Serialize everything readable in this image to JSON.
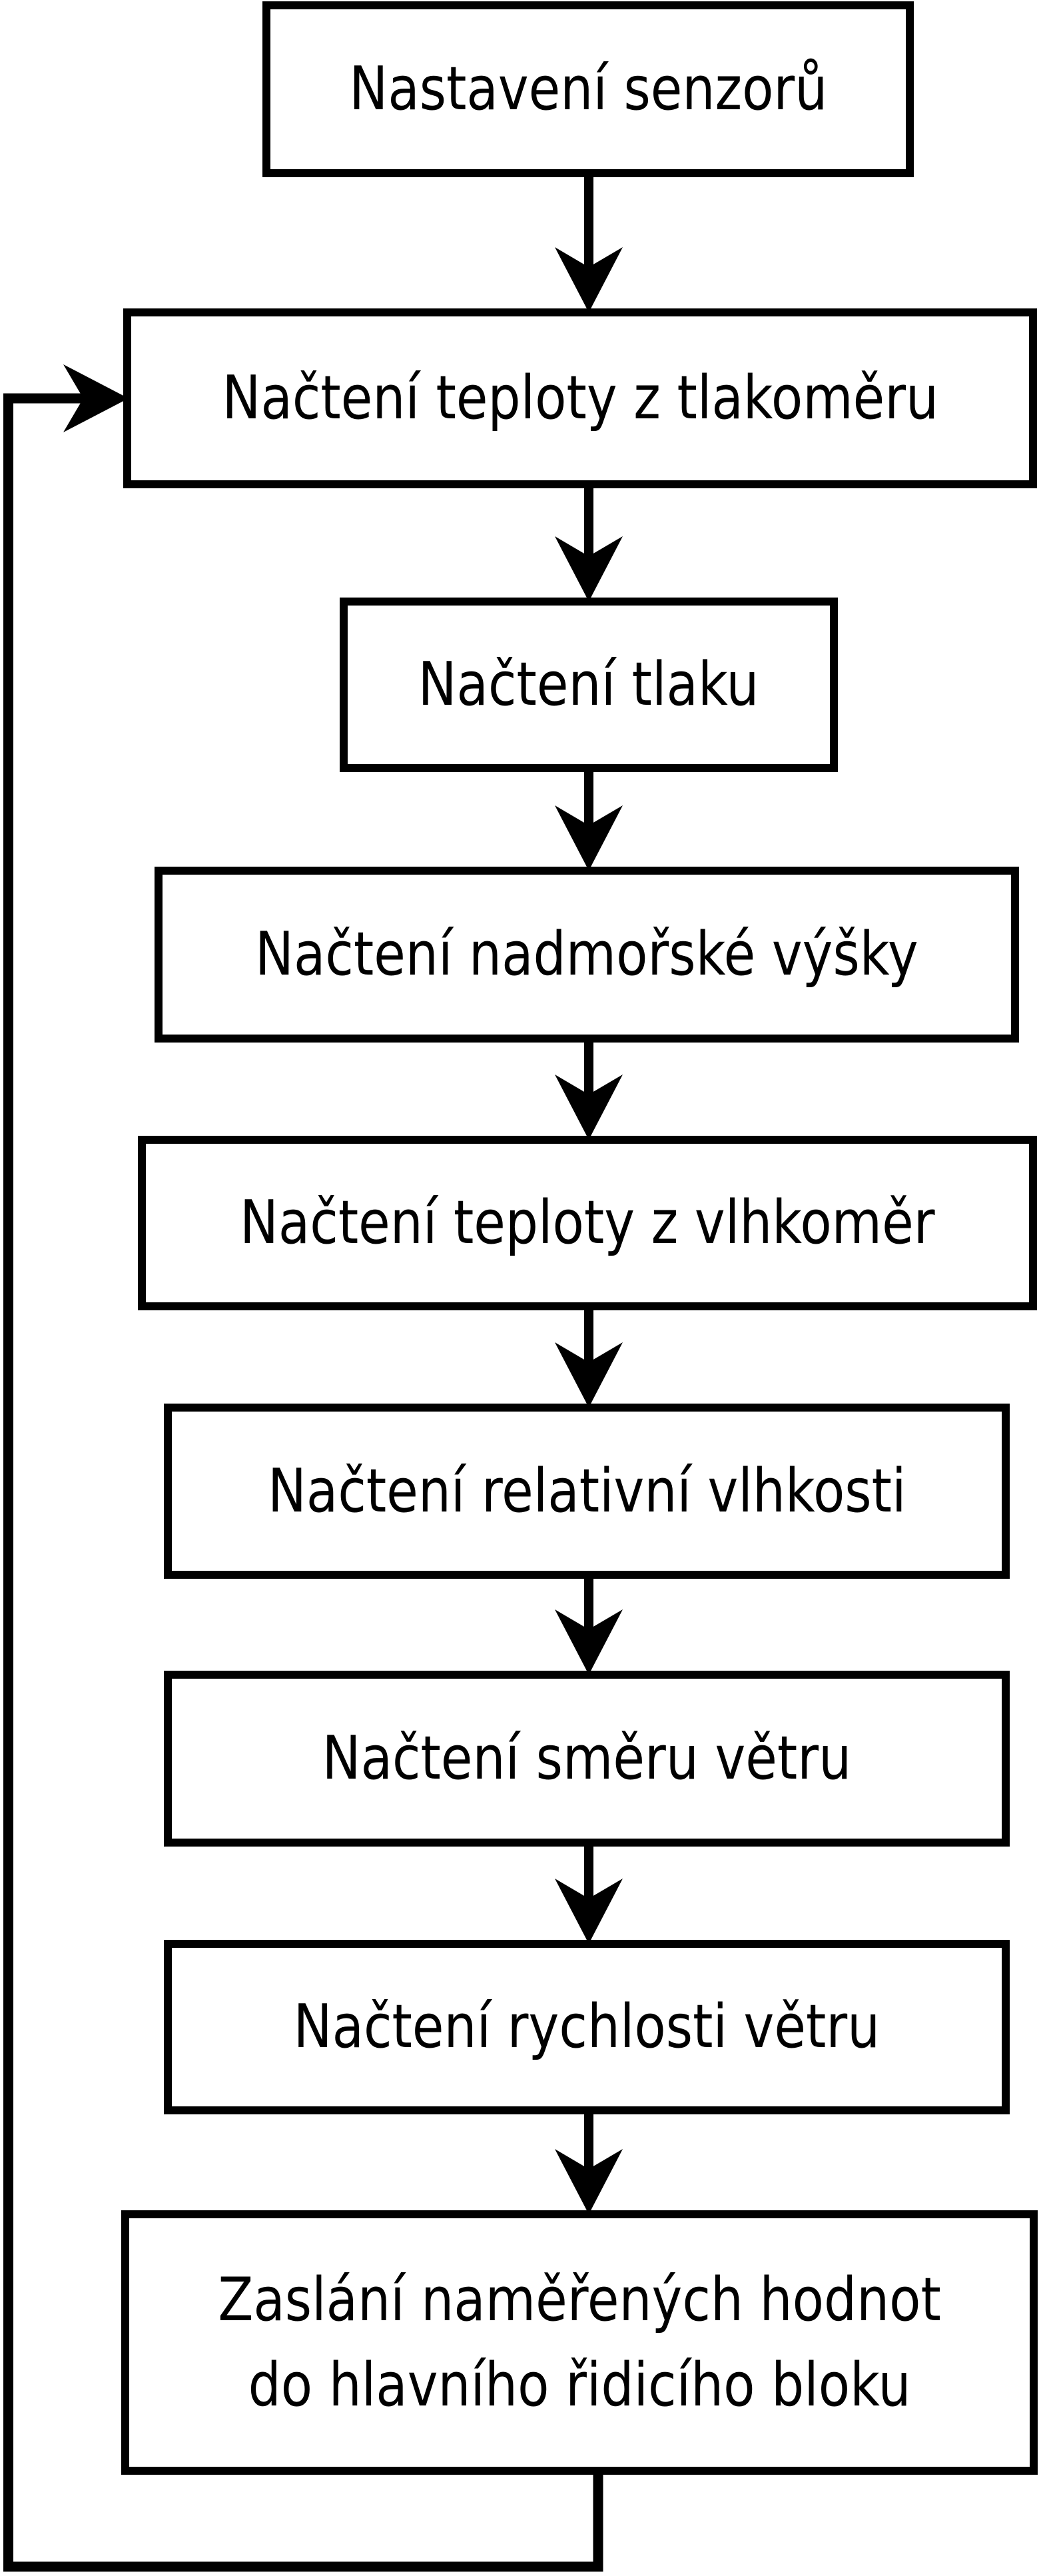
{
  "diagram": {
    "type": "flowchart",
    "direction": "top-down",
    "language": "cs",
    "colors": {
      "ink": "#000000",
      "paper": "#ffffff"
    },
    "arrow_style": "stealth",
    "nodes": [
      {
        "id": "setup-sensors",
        "label": "Nastavení senzorů"
      },
      {
        "id": "read-temp-barometer",
        "label": "Načtení teploty z tlakoměru"
      },
      {
        "id": "read-pressure",
        "label": "Načtení tlaku"
      },
      {
        "id": "read-altitude",
        "label": "Načtení nadmořské výšky"
      },
      {
        "id": "read-temp-hygrometer",
        "label": "Načtení teploty z vlhkoměr"
      },
      {
        "id": "read-relative-humidity",
        "label": "Načtení relativní vlhkosti"
      },
      {
        "id": "read-wind-direction",
        "label": "Načtení směru větru"
      },
      {
        "id": "read-wind-speed",
        "label": "Načtení rychlosti větru"
      },
      {
        "id": "send-values",
        "label": "Zaslání naměřených hodnot\ndo hlavního řidicího bloku"
      }
    ],
    "edges": [
      {
        "from": "setup-sensors",
        "to": "read-temp-barometer",
        "type": "straight-down"
      },
      {
        "from": "read-temp-barometer",
        "to": "read-pressure",
        "type": "straight-down"
      },
      {
        "from": "read-pressure",
        "to": "read-altitude",
        "type": "straight-down"
      },
      {
        "from": "read-altitude",
        "to": "read-temp-hygrometer",
        "type": "straight-down"
      },
      {
        "from": "read-temp-hygrometer",
        "to": "read-relative-humidity",
        "type": "straight-down"
      },
      {
        "from": "read-relative-humidity",
        "to": "read-wind-direction",
        "type": "straight-down"
      },
      {
        "from": "read-wind-direction",
        "to": "read-wind-speed",
        "type": "straight-down"
      },
      {
        "from": "read-wind-speed",
        "to": "send-values",
        "type": "straight-down"
      },
      {
        "from": "send-values",
        "to": "read-temp-barometer",
        "type": "loop-back-left"
      }
    ]
  }
}
